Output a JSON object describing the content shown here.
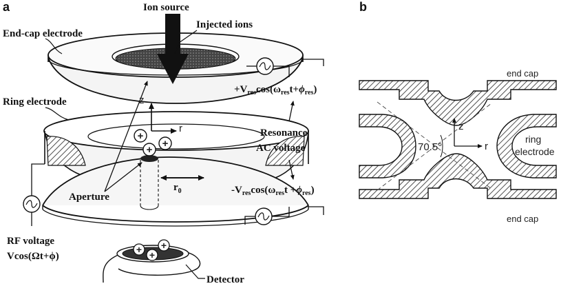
{
  "panel_a": {
    "letter": "a",
    "ion_source": "Ion source",
    "injected_ions": "Injected ions",
    "end_cap_electrode": "End-cap electrode",
    "ring_electrode": "Ring electrode",
    "axis_z": "z",
    "axis_r": "r",
    "r0_main": "r",
    "r0_sub": "0",
    "aperture": "Aperture",
    "resonance_line1": "Resonance",
    "resonance_line2": "AC voltage",
    "plus_v": {
      "a": "+V",
      "b": "res",
      "c": "cos(ω",
      "d": "res",
      "e": "t+",
      "f": "ϕ",
      "g": "res",
      "h": ")"
    },
    "minus_v": {
      "a": "-V",
      "b": "res",
      "c": "cos(ω",
      "d": "res",
      "e": "t +",
      "f": "ϕ",
      "g": "res",
      "h": ")"
    },
    "rf_line1": "RF voltage",
    "rf_line2": "Vcos(Ωt+ϕ)",
    "detector": "Detector",
    "ion_sign": "+"
  },
  "panel_b": {
    "letter": "b",
    "end_cap_top": "end cap",
    "end_cap_bottom": "end cap",
    "axis_z": "z",
    "axis_r": "r",
    "angle": "70.5°",
    "ring_line1": "ring",
    "ring_line2": "electrode"
  }
}
